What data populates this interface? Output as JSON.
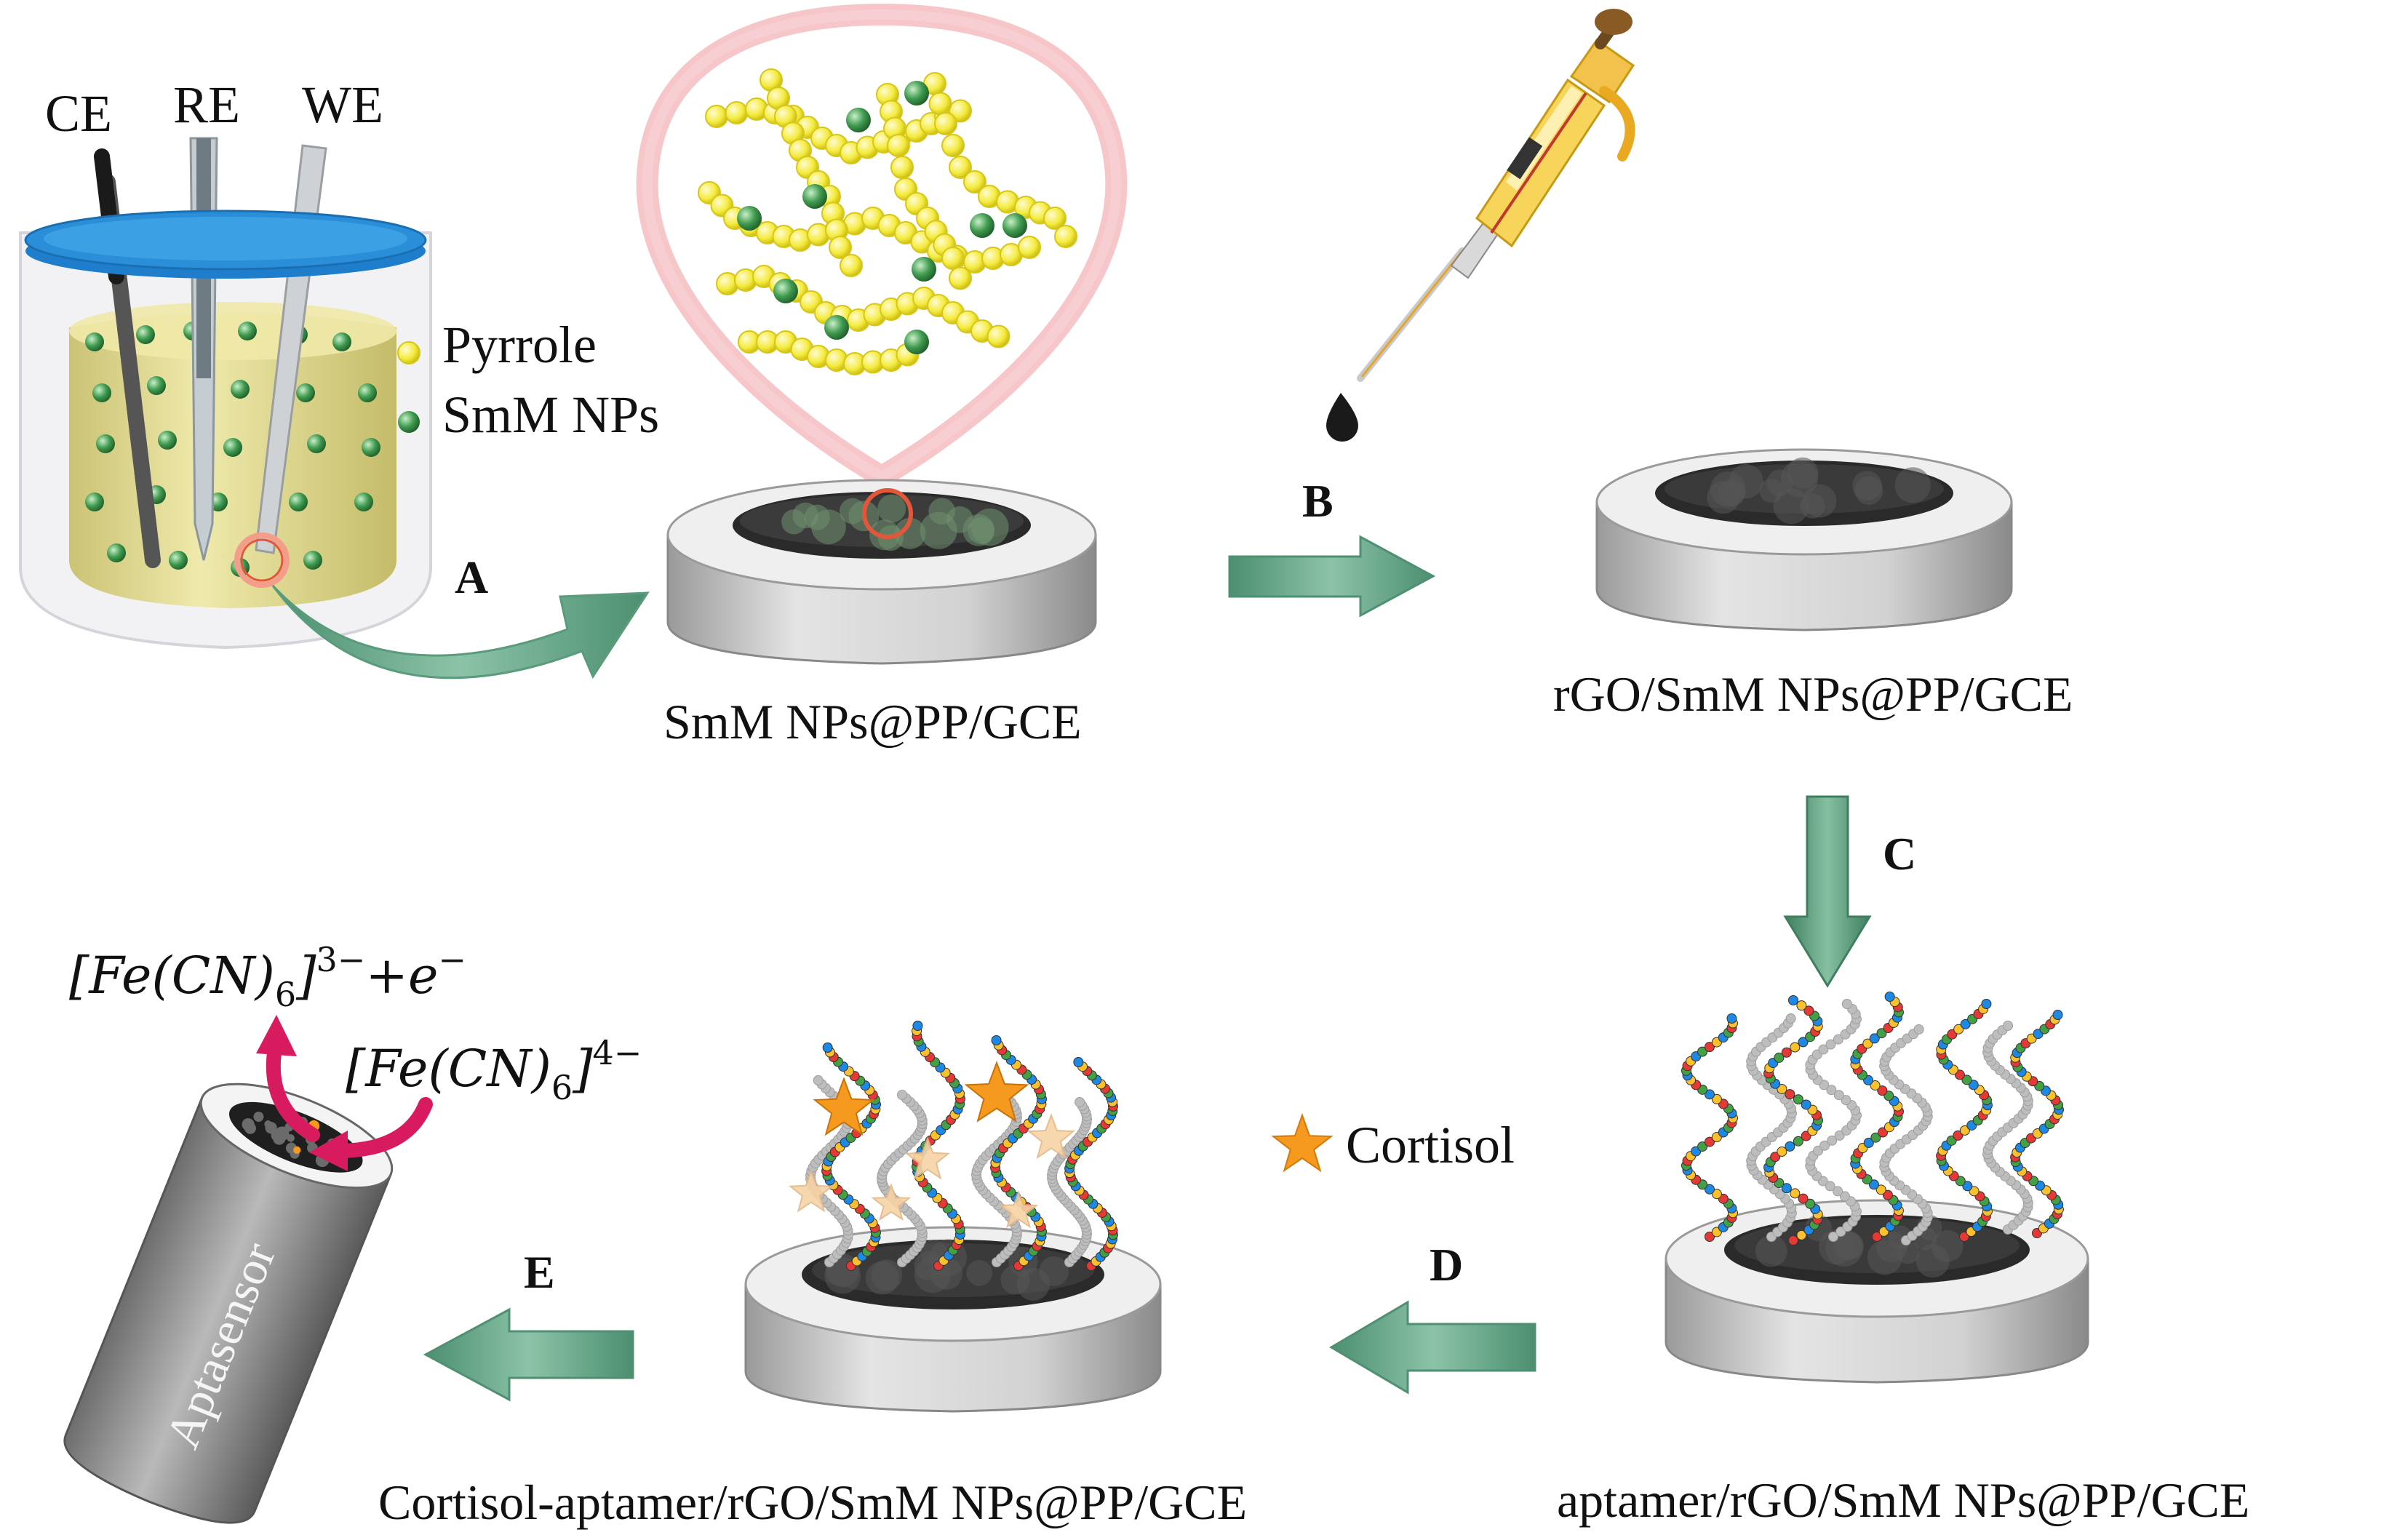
{
  "electrodes": {
    "ce": "CE",
    "re": "RE",
    "we": "WE"
  },
  "legend": {
    "pyrrole": "Pyrrole",
    "smm": "SmM NPs",
    "cortisol": "Cortisol"
  },
  "steps": {
    "a": "A",
    "b": "B",
    "c": "C",
    "d": "D",
    "e": "E"
  },
  "stages": {
    "s1": "SmM NPs@PP/GCE",
    "s2": "rGO/SmM NPs@PP/GCE",
    "s3": "aptamer/rGO/SmM NPs@PP/GCE",
    "s4": "Cortisol-aptamer/rGO/SmM NPs@PP/GCE"
  },
  "sensor_label": "Aptasensor",
  "redox": {
    "oxidized": {
      "base": "[Fe(CN)",
      "sub": "6",
      "close": "]",
      "charge": "3−",
      "tail": "+e",
      "tail_sup": "−"
    },
    "reduced": {
      "base": "[Fe(CN)",
      "sub": "6",
      "close": "]",
      "charge": "4−"
    }
  },
  "colors": {
    "arrow": "#6fa88d",
    "pyrrole": "#f4ec40",
    "smm": "#3f9a4f",
    "cortisol": "#f59a1e",
    "electrode_black": "#222222",
    "beaker_lid": "#2a8fd8",
    "solution": "#e3dc8a",
    "redox_arrow": "#d81b5f"
  }
}
